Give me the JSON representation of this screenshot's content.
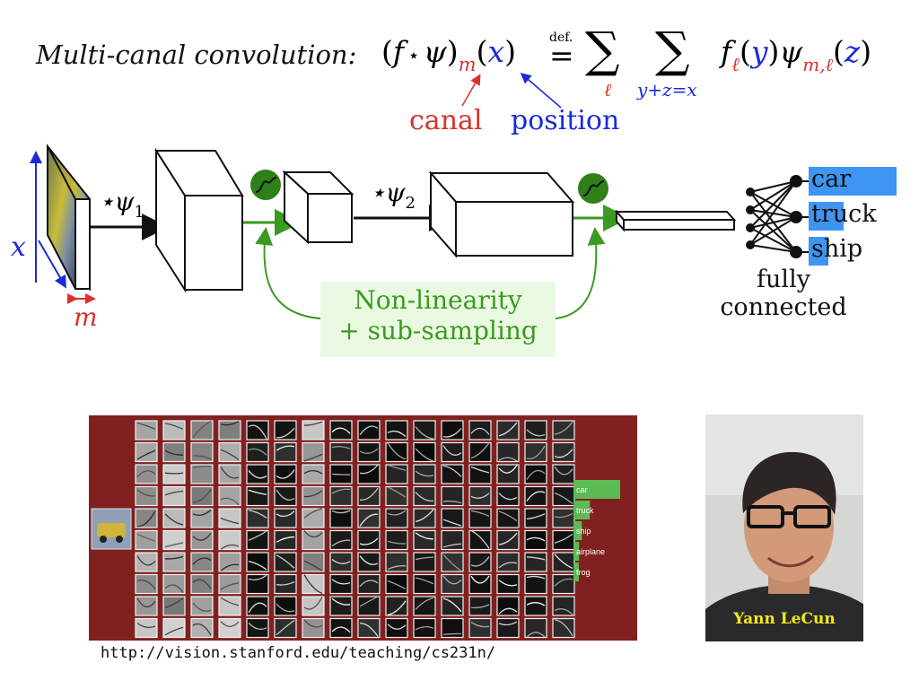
{
  "formula": {
    "heading": "Multi-canal convolution:",
    "lhs_open": "(",
    "f": "f",
    "star": "⋆",
    "psi": "ψ",
    "lhs_close": ")",
    "sub_m": "m",
    "x": "x",
    "def_mark": "def.",
    "equals": "=",
    "sum_symbol": "∑",
    "sum1_index": "ℓ",
    "sum2_index_yz": "y+z",
    "sum2_index_eq": "=x",
    "f_ell_base": "f",
    "f_ell_sub": "ℓ",
    "y": "y",
    "psi_m_ell_sub_m": "m,",
    "psi_m_ell_sub_l": "ℓ",
    "z": "z"
  },
  "annotations": {
    "canal": "canal",
    "position": "position"
  },
  "network": {
    "psi1": "⋆ψ",
    "psi1_sub": "1",
    "psi2": "⋆ψ",
    "psi2_sub": "2",
    "input_x": "x",
    "input_m": "m",
    "nonlinearity_line1": "Non-linearity",
    "nonlinearity_line2": "+ sub-sampling",
    "fully_connected_line1": "fully",
    "fully_connected_line2": "connected",
    "classes": [
      {
        "label": "car",
        "score": 1.0
      },
      {
        "label": "truck",
        "score": 0.4
      },
      {
        "label": "ship",
        "score": 0.22
      }
    ]
  },
  "colors": {
    "red": "#d8322a",
    "blue": "#1a2bd6",
    "green": "#3b9a20",
    "nl_box": "#eaf9e2",
    "class_bar": "#3f95f2",
    "viz_bg": "#80211f",
    "viz_bar": "#5cbb55"
  },
  "visualization": {
    "class_labels": [
      "car",
      "truck",
      "ship",
      "airplane",
      "frog"
    ],
    "class_scores": [
      1.0,
      0.35,
      0.18,
      0.12,
      0.1
    ],
    "url": "http://vision.stanford.edu/teaching/cs231n/"
  },
  "portrait": {
    "caption": "Yann LeCun"
  }
}
